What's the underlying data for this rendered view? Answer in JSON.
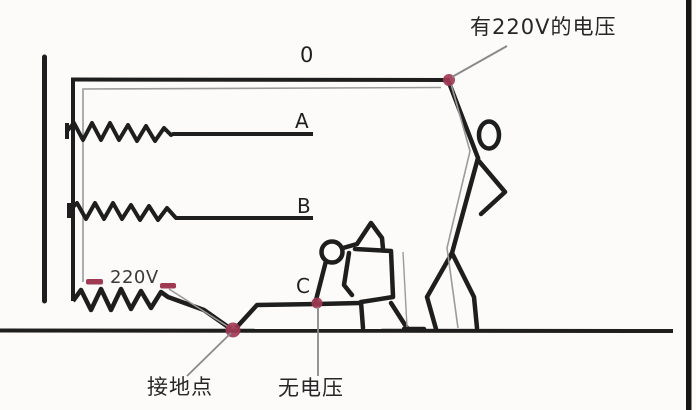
{
  "diagram": {
    "type": "electrical-safety-illustration",
    "annotations": {
      "voltage_present": "有220V的电压",
      "ground_point": "接地点",
      "no_voltage": "无电压",
      "voltage_value": "220V"
    },
    "line_labels": {
      "o": "0",
      "a": "A",
      "b": "B",
      "c": "C"
    },
    "colors": {
      "stroke": "#1e1e1e",
      "ghost_gray": "#9a9a9a",
      "accent_red": "#a03a52",
      "background": "#fcfbfa",
      "right_border": "#151515"
    },
    "elements": {
      "people": [
        "standing-person-touching-live-point",
        "crouching-person-touching-wire-c"
      ],
      "contact_points": [
        "live-point-on-line-o",
        "grounding-point",
        "no-voltage-point-on-line-c"
      ]
    }
  }
}
